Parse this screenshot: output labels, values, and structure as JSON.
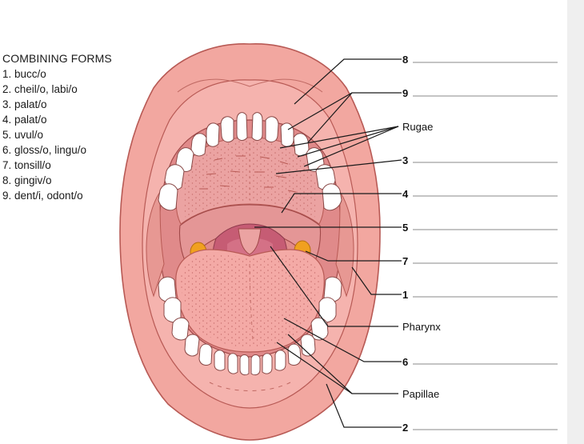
{
  "combining_forms": {
    "title": "COMBINING FORMS",
    "items": [
      "1. bucc/o",
      "2. cheil/o, labi/o",
      "3. palat/o",
      "4. palat/o",
      "5. uvul/o",
      "6. gloss/o, lingu/o",
      "7. tonsill/o",
      "8. gingiv/o",
      "9. dent/i, odont/o"
    ]
  },
  "callouts": {
    "n8": "8",
    "n9": "9",
    "rugae": "Rugae",
    "n3": "3",
    "n4": "4",
    "n5": "5",
    "n7": "7",
    "n1": "1",
    "pharynx": "Pharynx",
    "n6": "6",
    "papillae": "Papillae",
    "n2": "2"
  },
  "colors": {
    "lip": "#f2a7a0",
    "lip_outline": "#b85a55",
    "gum": "#f5b3ae",
    "palate": "#eca0a0",
    "throat": "#c85a72",
    "tongue": "#f4aaa6",
    "tooth": "#ffffff",
    "tonsil": "#f0a020"
  }
}
